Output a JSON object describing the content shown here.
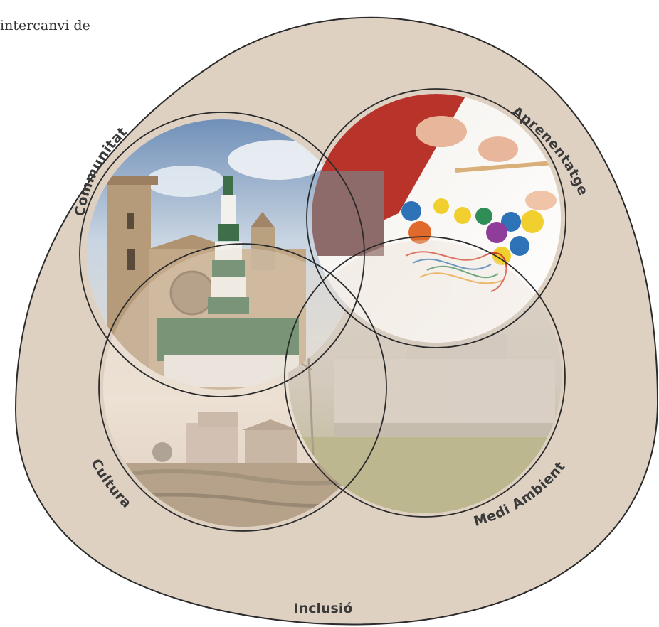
{
  "header": {
    "text": "intercanvi de"
  },
  "diagram": {
    "outer_label": "Inclusió",
    "circles": [
      {
        "key": "comunitat",
        "label": "Communitat",
        "photo": "castellers-human-tower-photo"
      },
      {
        "key": "aprenentatge",
        "label": "Aprenentatge",
        "photo": "children-crafts-photo"
      },
      {
        "key": "cultura",
        "label": "Cultura",
        "photo": "rural-farmhouse-photo"
      },
      {
        "key": "medi",
        "label": "Medi Ambient",
        "photo": "castle-field-photo"
      }
    ],
    "colors": {
      "background_blob": "#dfd1c2",
      "outline": "#2b2b2b",
      "label": "#3a3a3a"
    }
  }
}
